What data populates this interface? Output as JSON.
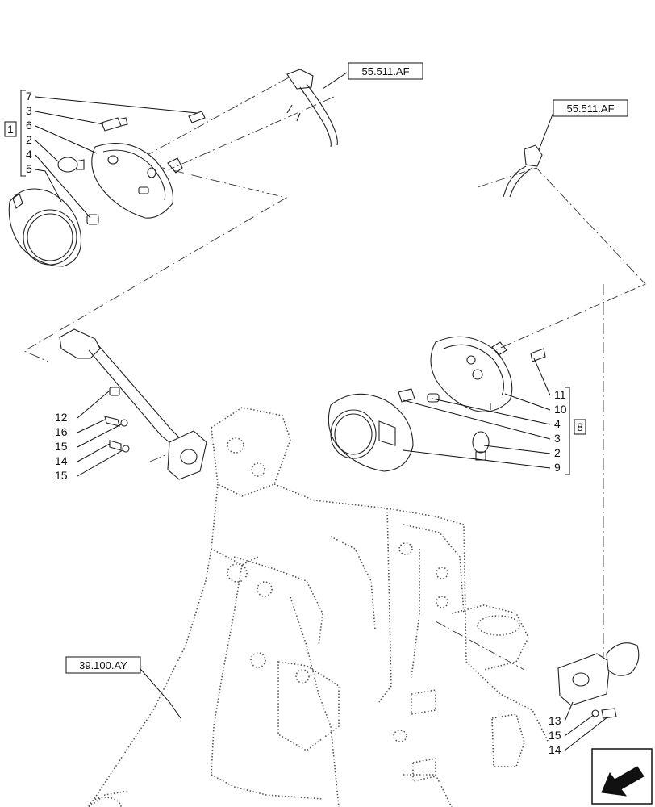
{
  "callouts": {
    "c7": "7",
    "c3a": "3",
    "c6a": "6",
    "c2a": "2",
    "c4a": "4",
    "c5": "5",
    "c12": "12",
    "c16": "16",
    "c15a": "15",
    "c14a": "14",
    "c15b": "15",
    "c11": "11",
    "c10": "10",
    "c4b": "4",
    "c3b": "3",
    "c2b": "2",
    "c9": "9",
    "c13": "13",
    "c15c": "15",
    "c14b": "14"
  },
  "group_labels": {
    "left_group": "1",
    "right_group": "8"
  },
  "references": {
    "ref_top_left": "55.511.AF",
    "ref_top_right": "55.511.AF",
    "ref_frame": "39.100.AY"
  },
  "nav_icon": "arrow-navigation-icon"
}
